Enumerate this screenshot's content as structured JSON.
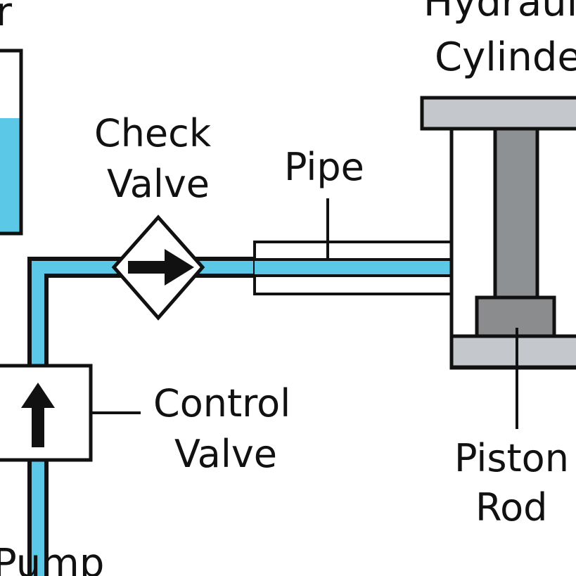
{
  "labels": {
    "reservoir_fragment": "r",
    "hydraulic_line1": "Hydrauli",
    "hydraulic_line2": "Cylinde",
    "check_line1": "Check",
    "check_line2": "Valve",
    "pipe": "Pipe",
    "control_line1": "Control",
    "control_line2": "Valve",
    "piston_line1": "Piston",
    "piston_line2": "Rod",
    "pump": "Pump"
  },
  "colors": {
    "fluid": "#5bc8e8",
    "outline": "#111111",
    "cylinder_cap": "#c4c8cc",
    "piston_rod": "#8e9194",
    "piston_head": "#8a8c8e"
  },
  "icons": {
    "check_valve_arrow": "arrow-right-icon",
    "control_valve_arrow": "arrow-up-icon"
  }
}
